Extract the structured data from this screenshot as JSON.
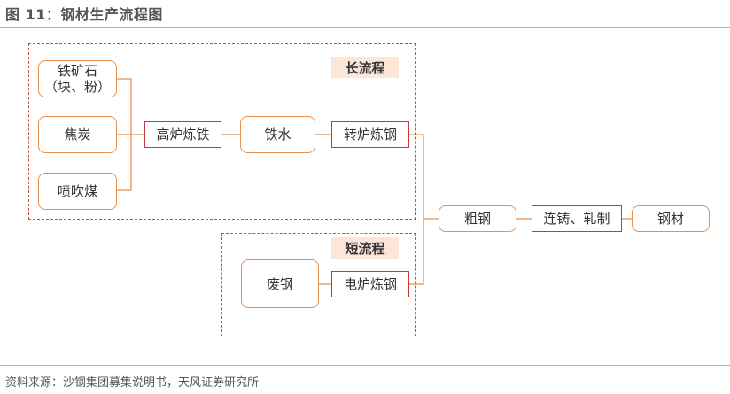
{
  "title": "图 11：钢材生产流程图",
  "source": "资料来源：沙钢集团募集说明书，天风证券研究所",
  "groups": {
    "long_process": "长流程",
    "short_process": "短流程"
  },
  "nodes": {
    "iron_ore_line1": "铁矿石",
    "iron_ore_line2": "（块、粉）",
    "coke": "焦炭",
    "coal_injection": "喷吹煤",
    "blast_furnace": "高炉炼铁",
    "molten_iron": "铁水",
    "converter": "转炉炼钢",
    "scrap_steel": "废钢",
    "electric_furnace": "电炉炼钢",
    "crude_steel": "粗钢",
    "casting_rolling": "连铸、轧制",
    "steel_product": "钢材"
  },
  "colors": {
    "accent_orange": "#e8914f",
    "accent_red": "#c0393b",
    "tag_fill": "#fbe6d8"
  }
}
